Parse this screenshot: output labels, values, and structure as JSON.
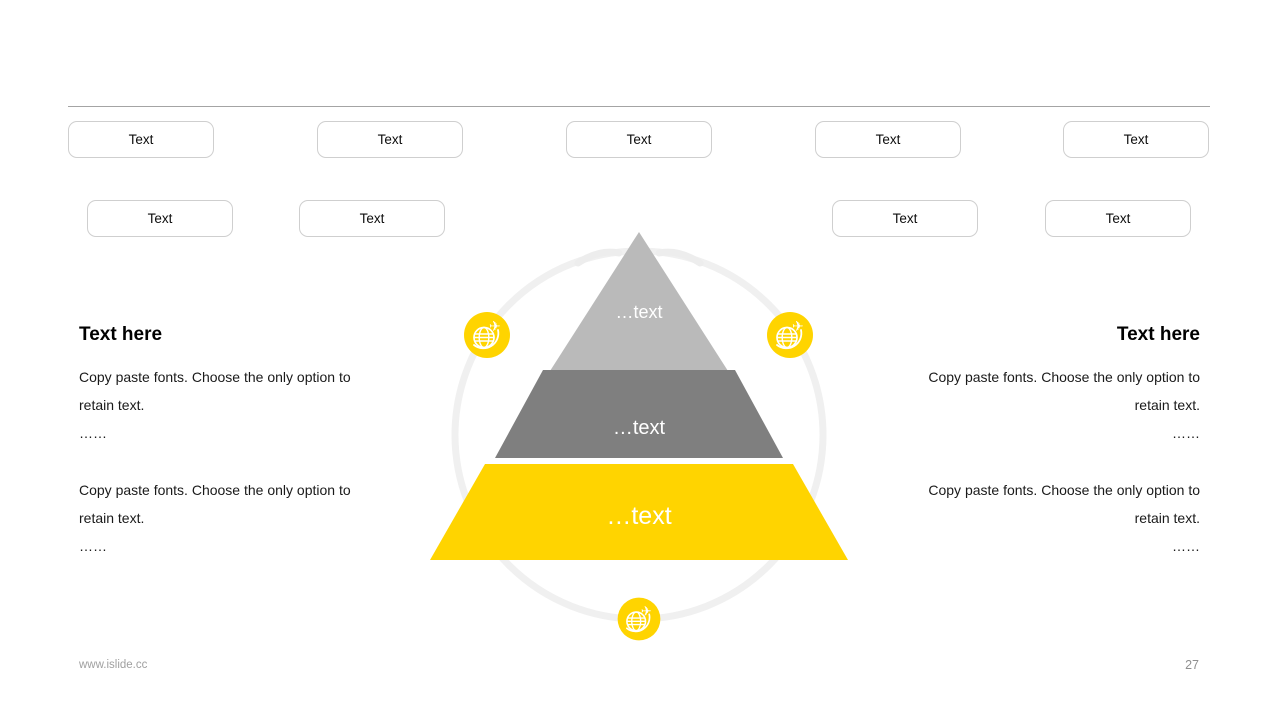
{
  "colors": {
    "yellow": "#FFD400",
    "orbit_gray": "#F0F0F0",
    "swoosh_gray": "#EDEDED"
  },
  "top_row_boxes": [
    {
      "label": "Text"
    },
    {
      "label": "Text"
    },
    {
      "label": "Text"
    },
    {
      "label": "Text"
    },
    {
      "label": "Text"
    }
  ],
  "second_row_boxes": [
    {
      "label": "Text"
    },
    {
      "label": "Text"
    },
    {
      "label": "Text"
    },
    {
      "label": "Text"
    }
  ],
  "pyramid": {
    "levels": [
      {
        "label": "…text",
        "color": "#BABABA"
      },
      {
        "label": "…text",
        "color": "#7F7F7F"
      },
      {
        "label": "…text",
        "color": "#FFD400"
      }
    ]
  },
  "icons": [
    {
      "name": "globe-plane"
    },
    {
      "name": "globe-plane"
    },
    {
      "name": "globe-plane"
    }
  ],
  "left_panel": {
    "title": "Text here",
    "paragraphs": [
      {
        "lines": [
          "Copy paste fonts. Choose the only option to",
          "retain text.",
          "……"
        ]
      },
      {
        "lines": [
          "Copy paste fonts. Choose the only option to",
          "retain text.",
          "……"
        ]
      }
    ]
  },
  "right_panel": {
    "title": "Text here",
    "paragraphs": [
      {
        "lines": [
          "Copy paste fonts. Choose the only option to",
          "retain text.",
          "……"
        ]
      },
      {
        "lines": [
          "Copy paste fonts. Choose the only option to",
          "retain text.",
          "……"
        ]
      }
    ]
  },
  "footer": {
    "website": "www.islide.cc",
    "page_number": "27"
  }
}
